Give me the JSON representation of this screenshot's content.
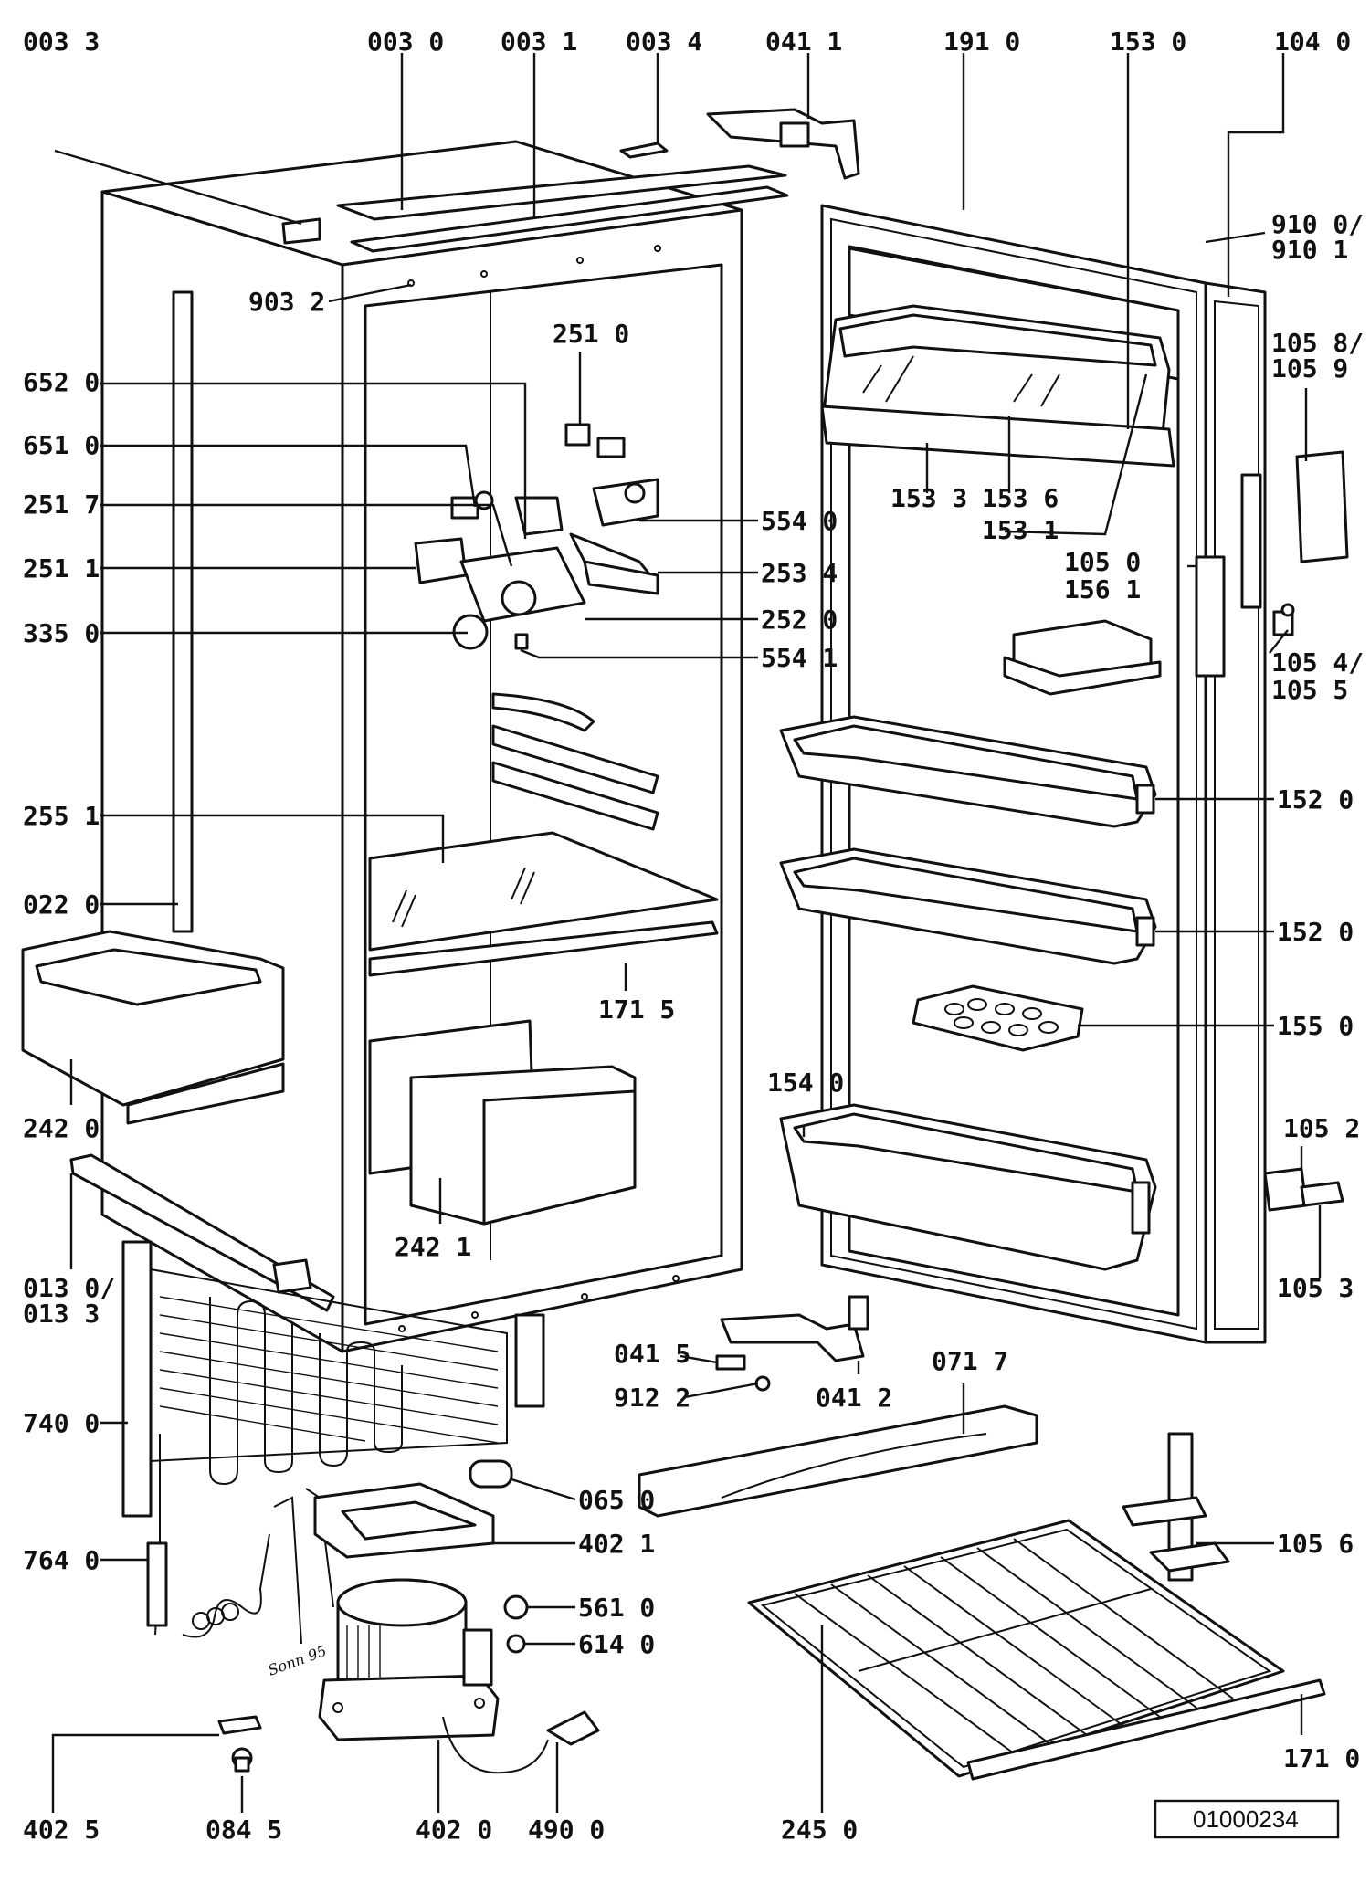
{
  "diagram": {
    "reference_code": "01000234",
    "sketch_mark": "Sonn 95",
    "labels": {
      "l0033": "003 3",
      "l0030": "003 0",
      "l0031": "003 1",
      "l0034": "003 4",
      "l0411": "041 1",
      "l1910": "191 0",
      "l1530": "153 0",
      "l1040": "104 0",
      "l9100": "910 0/",
      "l9101": "910 1",
      "l9032": "903 2",
      "l2510": "251 0",
      "l1058": "105 8/",
      "l1059": "105 9",
      "l6520": "652 0",
      "l6510": "651 0",
      "l2517": "251 7",
      "l5540": "554 0",
      "l1533": "153 3",
      "l1536": "153 6",
      "l1531": "153 1",
      "l2511": "251 1",
      "l2534": "253 4",
      "l1050": "105 0",
      "l1561": "156 1",
      "l2520": "252 0",
      "l3350": "335 0",
      "l5541": "554 1",
      "l1054": "105 4/",
      "l1055": "105 5",
      "l2551": "255 1",
      "l1520a": "152 0",
      "l0220": "022 0",
      "l1520b": "152 0",
      "l1715": "171 5",
      "l1550": "155 0",
      "l2420": "242 0",
      "l1540": "154 0",
      "l1052": "105 2",
      "l2421": "242 1",
      "l0130": "013 0/",
      "l0133": "013 3",
      "l1053": "105 3",
      "l0415": "041 5",
      "l0717": "071 7",
      "l9122": "912 2",
      "l0412": "041 2",
      "l7400": "740 0",
      "l0650": "065 0",
      "l4021": "402 1",
      "l1056": "105 6",
      "l7640": "764 0",
      "l5610": "561 0",
      "l6140": "614 0",
      "l1710": "171 0",
      "l4025": "402 5",
      "l0845": "084 5",
      "l4020": "402 0",
      "l4900": "490 0",
      "l2450": "245 0"
    }
  }
}
